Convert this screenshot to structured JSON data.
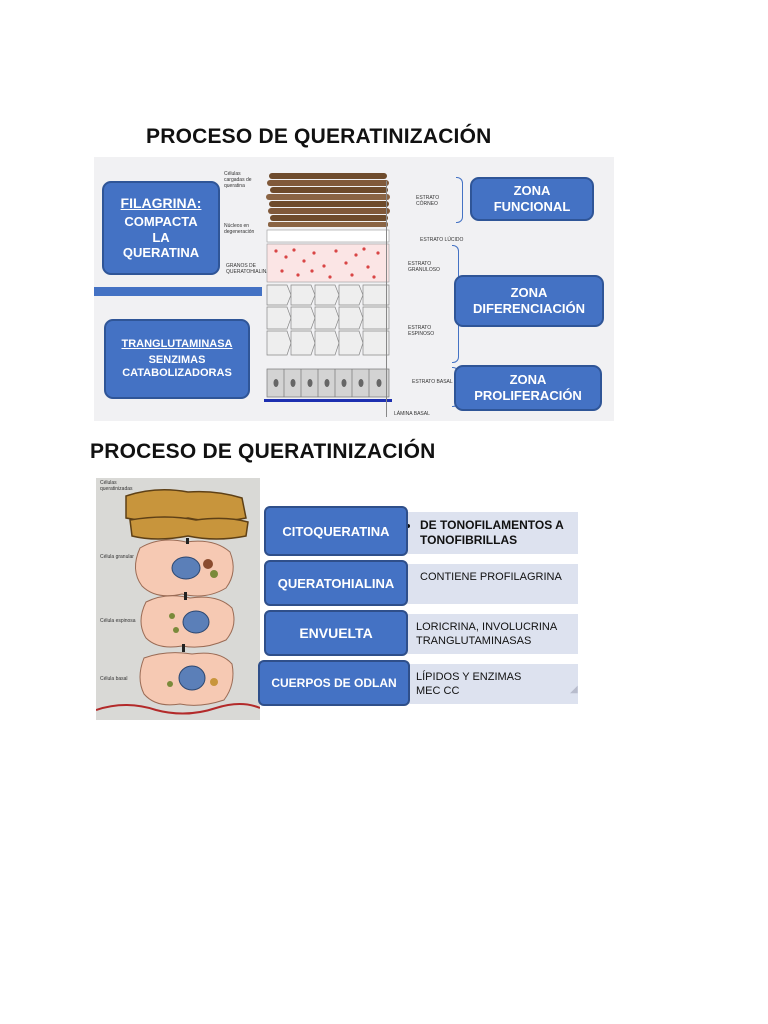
{
  "panel1": {
    "title": "PROCESO DE QUERATINIZACIÓN",
    "filagrina": {
      "heading": "FILAGRINA:",
      "body": "COMPACTA LA QUERATINA"
    },
    "tranglutaminasa": {
      "heading": "TRANGLUTAMINASA",
      "body": "SENZIMAS CATABOLIZADORAS"
    },
    "zones": [
      {
        "label": "ZONA FUNCIONAL"
      },
      {
        "label": "ZONA DIFERENCIACIÓN"
      },
      {
        "label": "ZONA PROLIFERACIÓN"
      }
    ],
    "left_labels": {
      "celulas": "Células cargadas de queratina",
      "nucleos": "Núcleos en degeneración",
      "granos": "GRANOS DE QUERATOHIALINA"
    },
    "strata": {
      "corneo": "ESTRATO CÓRNEO",
      "lucido": "ESTRATO LÚCIDO",
      "granuloso": "ESTRATO GRANULOSO",
      "espinoso": "ESTRATO ESPINOSO",
      "basal": "ESTRATO BASAL",
      "lamina": "LÁMINA BASAL"
    }
  },
  "panel2": {
    "title": "PROCESO DE QUERATINIZACIÓN",
    "cell_labels": {
      "queratinizadas": "Células queratinizadas",
      "granular": "Célula granular",
      "espinosa": "Célula espinosa",
      "basal": "Célula basal"
    },
    "rows": [
      {
        "category": "CITOQUERATINA",
        "items": [
          "DE TONOFILAMENTOS A TONOFIBRILLAS"
        ],
        "bullets": true
      },
      {
        "category": "QUERATOHIALINA",
        "items": [
          "CONTIENE PROFILAGRINA"
        ],
        "bullets": false
      },
      {
        "category": "ENVUELTA",
        "items": [
          "LORICRINA, INVOLUCRINA",
          "TRANGLUTAMINASAS"
        ],
        "bullets": true
      },
      {
        "category": "CUERPOS DE ODLAN",
        "items": [
          "LÍPIDOS Y ENZIMAS",
          "MEC CC"
        ],
        "bullets": true
      }
    ]
  },
  "colors": {
    "blue": "#4472c4",
    "info_bg": "#dde2ef",
    "skin": "#f6c9b3",
    "corneo": "#7a5533"
  }
}
